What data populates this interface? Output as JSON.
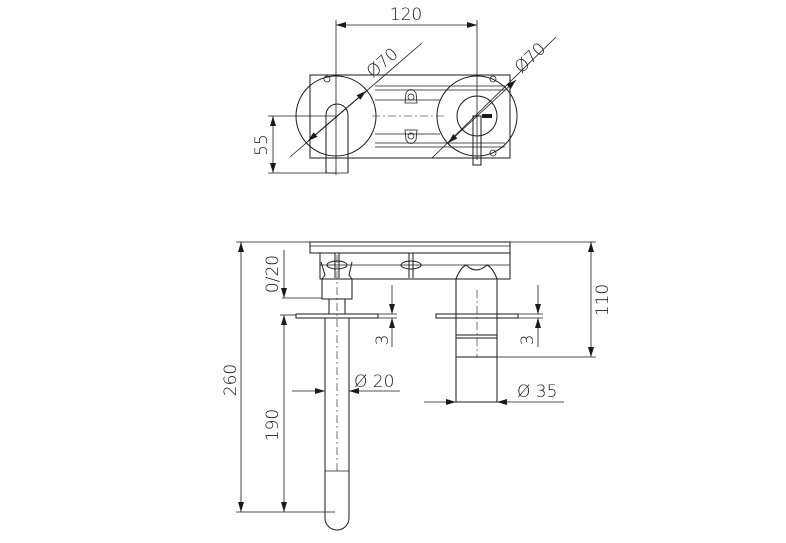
{
  "top_view": {
    "width_label": "120",
    "left_diameter_label": "Ø70",
    "right_diameter_label": "Ø70",
    "height_label": "55"
  },
  "side_view": {
    "total_height_label": "260",
    "adjust_label": "0/20",
    "spout_length_label": "190",
    "depth_label": "110",
    "flange_left_label": "3",
    "flange_right_label": "3",
    "spout_diameter_label": "Ø 20",
    "body_diameter_label": "Ø 35"
  },
  "colors": {
    "line": "#1a1a1a",
    "background": "#ffffff"
  }
}
